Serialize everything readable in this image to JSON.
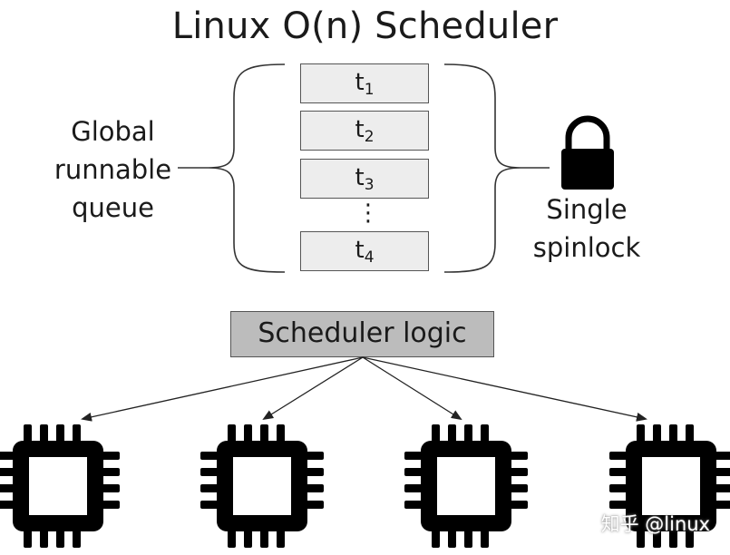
{
  "title": "Linux O(n) Scheduler",
  "queue": {
    "label_lines": [
      "Global",
      "runnable",
      "queue"
    ],
    "tasks": [
      {
        "base": "t",
        "sub": "1"
      },
      {
        "base": "t",
        "sub": "2"
      },
      {
        "base": "t",
        "sub": "3"
      },
      {
        "base": "t",
        "sub": "4"
      }
    ],
    "ellipsis": "⋮"
  },
  "lock": {
    "icon": "padlock-icon",
    "label_lines": [
      "Single",
      "spinlock"
    ]
  },
  "scheduler_logic": "Scheduler logic",
  "cpus": [
    {
      "icon": "cpu-chip-icon"
    },
    {
      "icon": "cpu-chip-icon"
    },
    {
      "icon": "cpu-chip-icon"
    },
    {
      "icon": "cpu-chip-icon"
    }
  ],
  "colors": {
    "task_fill": "#ededed",
    "scheduler_fill": "#bcbcbc",
    "icon": "#000000"
  },
  "watermark": "知乎 @linux"
}
